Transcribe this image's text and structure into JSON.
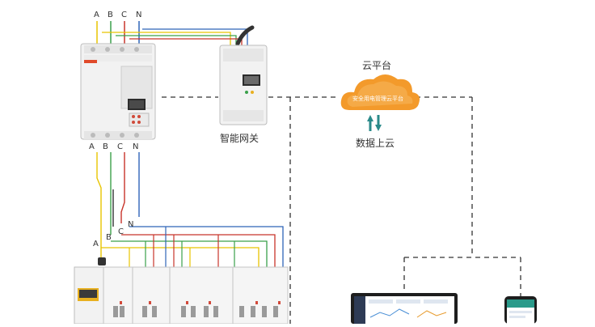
{
  "diagram": {
    "phase_labels_top": [
      "A",
      "B",
      "C",
      "N"
    ],
    "phase_labels_breaker_bottom": [
      "A",
      "B",
      "C",
      "N"
    ],
    "branch_phase_labels": [
      "A",
      "B",
      "C",
      "N"
    ],
    "gateway_label": "智能网关",
    "cloud_title": "云平台",
    "cloud_inner": "安全用电管理云平台",
    "upload_label": "数据上云"
  },
  "colors": {
    "yellow_wire": "#e8c400",
    "green_wire": "#3aa04a",
    "red_wire": "#c8342a",
    "blue_wire": "#2e64b8",
    "black_wire": "#222222",
    "dashed_line": "#333333",
    "cloud_orange": "#f39a2b",
    "arrow_teal": "#2a8a8a"
  }
}
